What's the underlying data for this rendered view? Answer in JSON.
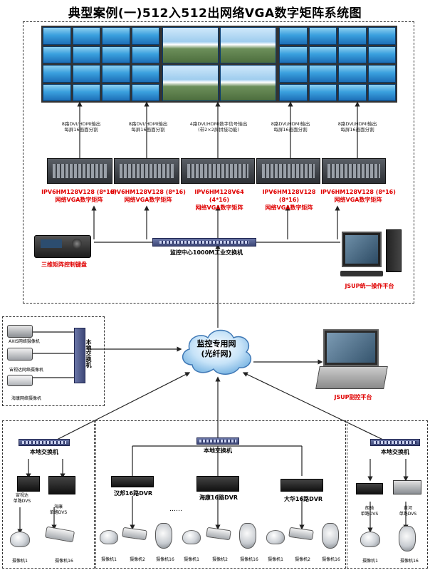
{
  "title": "典型案例(一)512入512出网络VGA数字矩阵系统图",
  "outputs": [
    {
      "line1": "8路DVI/HDMI输出",
      "line2": "每屏16画面分割",
      "line3": ""
    },
    {
      "line1": "8路DVI/HDMI输出",
      "line2": "每屏16画面分割",
      "line3": ""
    },
    {
      "line1": "4路DVI/HDMI数字信号输出",
      "line2": "(带2×2屏拼接功能)",
      "line3": ""
    },
    {
      "line1": "8路DVI/HDMI输出",
      "line2": "每屏16画面分割",
      "line3": ""
    },
    {
      "line1": "8路DVI/HDMI输出",
      "line2": "每屏16画面分割",
      "line3": ""
    }
  ],
  "matrices": [
    {
      "model": "IPV6HM128V128 (8*16)",
      "name": "网络VGA数字矩阵"
    },
    {
      "model": "IPV6HM128V128 (8*16)",
      "name": "网络VGA数字矩阵"
    },
    {
      "model": "IPV6HM128V64 (4*16)",
      "name": "网络VGA数字矩阵"
    },
    {
      "model": "IPV6HM128V128 (8*16)",
      "name": "网络VGA数字矩阵"
    },
    {
      "model": "IPV6HM128V128 (8*16)",
      "name": "网络VGA数字矩阵"
    }
  ],
  "keyboard_label": "三维矩阵控制键盘",
  "core_switch_label": "监控中心1000M工业交换机",
  "jsup_main_label": "JSUP统一操作平台",
  "cloud": {
    "line1": "监控专用网",
    "line2": "(光纤网)"
  },
  "jsup_sub_label": "JSUP副控平台",
  "left_panel": {
    "switch_label": "本地交换机",
    "cameras": [
      "AXIS网络摄像机",
      "宙视达网络摄像机",
      "海康网络摄像机"
    ]
  },
  "bottom": {
    "group1": {
      "switch_label": "本地交换机",
      "dvs": [
        {
          "line1": "宙视达",
          "line2": "单路DVS"
        },
        {
          "line1": "海康",
          "line2": "单路DVS"
        }
      ],
      "cams": [
        "摄像机1",
        "摄像机16"
      ]
    },
    "group2": {
      "switch_label": "本地交换机",
      "dvrs": [
        "汉邦16路DVR",
        "海康16路DVR",
        "大华16路DVR"
      ],
      "ellipsis": "……",
      "cams": [
        "摄像机1",
        "摄像机2",
        "摄像机16",
        "摄像机1",
        "摄像机2",
        "摄像机16",
        "摄像机1",
        "摄像机2",
        "摄像机16"
      ]
    },
    "group3": {
      "switch_label": "本地交换机",
      "dvs": [
        {
          "line1": "朗驰",
          "line2": "单路DVS"
        },
        {
          "line1": "黄河",
          "line2": "单路DVS"
        }
      ],
      "cams": [
        "摄像机1",
        "摄像机16"
      ]
    }
  }
}
